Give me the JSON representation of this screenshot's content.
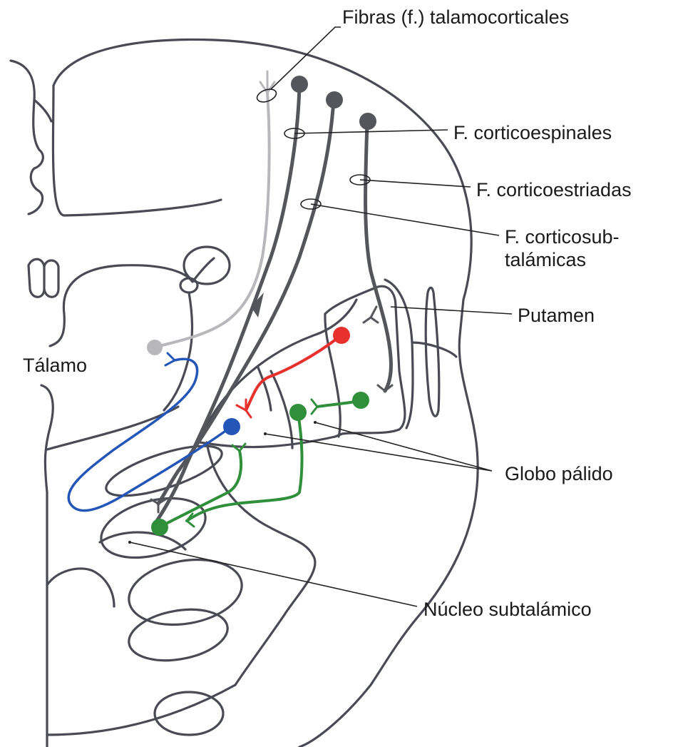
{
  "labels": {
    "talamocorticales": "Fibras (f.) talamocorticales",
    "corticoespinales": "F. corticoespinales",
    "corticoestriadas": "F. corticoestriadas",
    "corticosubtalamicas": "F. corticosub- talámicas",
    "putamen": "Putamen",
    "talamo": "Tálamo",
    "globo_palido": "Globo pálido",
    "nucleo_subtalamico": "Núcleo subtalámico"
  },
  "colors": {
    "outline": "#4a4a55",
    "cortical_fiber": "#55555c",
    "thalamocortical_fiber": "#b8b8bc",
    "red_pathway": "#e8312c",
    "blue_pathway": "#2456b8",
    "green_pathway": "#2f8f3a"
  },
  "neurons": [
    {
      "name": "cortical-neuron-1-icon",
      "color": "cortical_fiber"
    },
    {
      "name": "cortical-neuron-2-icon",
      "color": "cortical_fiber"
    },
    {
      "name": "cortical-neuron-3-icon",
      "color": "cortical_fiber"
    },
    {
      "name": "thalamic-neuron-icon",
      "color": "thalamocortical_fiber"
    },
    {
      "name": "putamen-red-neuron-icon",
      "color": "red_pathway"
    },
    {
      "name": "globus-pallidus-blue-neuron-icon",
      "color": "blue_pathway"
    },
    {
      "name": "globus-pallidus-green-neuron-icon",
      "color": "green_pathway"
    },
    {
      "name": "putamen-green-neuron-icon",
      "color": "green_pathway"
    },
    {
      "name": "subthalamic-green-neuron-icon",
      "color": "green_pathway"
    }
  ]
}
